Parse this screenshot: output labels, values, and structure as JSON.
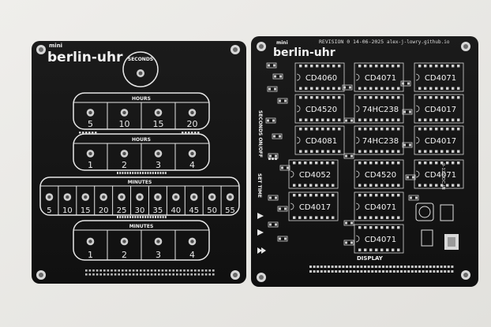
{
  "left_board": {
    "logo_small": "mini",
    "logo_main": "berlin-uhr",
    "seconds_label": "SECONDS",
    "hours_label_1": "HOURS",
    "hours_row_1": [
      "5",
      "10",
      "15",
      "20"
    ],
    "hours_label_2": "HOURS",
    "hours_row_2": [
      "1",
      "2",
      "3",
      "4"
    ],
    "minutes_label_1": "MINUTES",
    "minutes_row_1": [
      "5",
      "10",
      "15",
      "20",
      "25",
      "30",
      "35",
      "40",
      "45",
      "50",
      "55"
    ],
    "minutes_label_2": "MINUTES",
    "minutes_row_2": [
      "1",
      "2",
      "3",
      "4"
    ]
  },
  "right_board": {
    "logo_small": "mini",
    "logo_main": "berlin-uhr",
    "revision": "REVISION 0",
    "date": "14-06-2025",
    "author": "alex-j-lowry.github.io",
    "seconds_switch": "SECONDS ON/OFF",
    "set_time": "SET TIME",
    "display_label": "DISPLAY",
    "power_label": "9-12V DC IN",
    "chips": {
      "r1c1": "CD4060",
      "r1c2": "CD4071",
      "r1c3": "CD4071",
      "r2c1": "CD4520",
      "r2c2": "74HC238",
      "r2c3": "CD4017",
      "r3c1": "CD4081",
      "r3c2": "74HC238",
      "r3c3": "CD4017",
      "r4c1": "CD4052",
      "r4c2": "CD4520",
      "r4c3": "CD4071",
      "r5c1": "CD4017",
      "r5c2": "CD4071",
      "r6c2": "CD4071"
    }
  }
}
